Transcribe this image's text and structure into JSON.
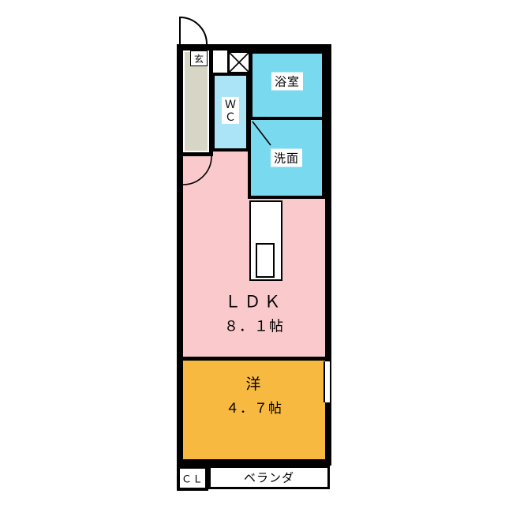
{
  "plan": {
    "entrance": {
      "label": "玄",
      "floor_color": "#D7D6C6"
    },
    "bath": {
      "label": "浴室",
      "color": "#79D9EF"
    },
    "wc": {
      "line1": "Ｗ",
      "line2": "Ｃ",
      "color": "#ABE4F6"
    },
    "washroom": {
      "label": "洗面",
      "color": "#79D9EF"
    },
    "ldk": {
      "name": "ＬＤＫ",
      "size": "８．１帖",
      "color": "#F9C9CC"
    },
    "western": {
      "name": "洋",
      "size": "４．７帖",
      "color": "#F7B93F"
    },
    "closet": {
      "label": "ＣＬ"
    },
    "veranda": {
      "label": "ベランダ"
    },
    "colors": {
      "wall": "#000000",
      "background": "#FFFFFF"
    }
  }
}
